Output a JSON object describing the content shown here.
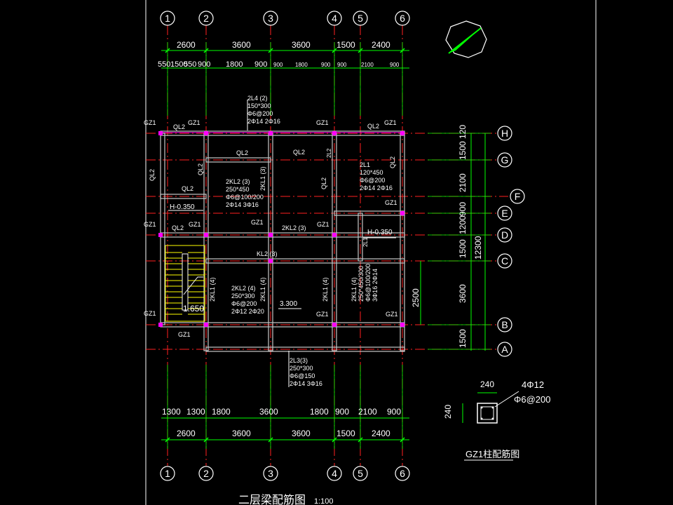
{
  "colors": {
    "background": "#000000",
    "axis_line": "#ff2020",
    "dimension": "#00ff00",
    "wall": "#c8c8c8",
    "column": "#ff00ff",
    "text": "#ffffff",
    "stair": "#ffff00",
    "frame": "#ffffff"
  },
  "axes": {
    "vertical": [
      "1",
      "2",
      "3",
      "4",
      "5",
      "6"
    ],
    "horizontal": [
      "H",
      "G",
      "F",
      "E",
      "D",
      "C",
      "B",
      "A"
    ]
  },
  "dims": {
    "top_main": [
      "2600",
      "3600",
      "3600",
      "1500",
      "2400"
    ],
    "top_sub": [
      "550",
      "1500",
      "550",
      "900",
      "1800",
      "900",
      "900",
      "1800",
      "900",
      "900",
      "2100",
      "900"
    ],
    "bottom_sub": [
      "1300",
      "1300",
      "1800",
      "3600",
      "1800",
      "900",
      "2100",
      "900"
    ],
    "bottom_main": [
      "2600",
      "3600",
      "3600",
      "1500",
      "2400"
    ],
    "right": [
      "120",
      "1500",
      "2100",
      "900",
      "1200",
      "1500",
      "3600",
      "1500"
    ],
    "right_total": "12300",
    "inner_2500": "2500"
  },
  "labels": {
    "gz1": "GZ1",
    "ql2": "QL2",
    "beam_2l4": [
      "2L4 (2)",
      "150*300",
      "Φ6@200",
      "2Φ14 2Φ16"
    ],
    "beam_2kl2_3": [
      "2KL2 (3)",
      "250*450",
      "Φ6@100/200",
      "2Φ14 3Φ16"
    ],
    "beam_2l1": [
      "2L1",
      "120*450",
      "Φ6@200",
      "2Φ14 2Φ16"
    ],
    "beam_2kl2_4": [
      "2KL2 (4)",
      "250*300",
      "Φ6@200",
      "2Φ12 2Φ20"
    ],
    "beam_2l3": [
      "2L3(3)",
      "250*300",
      "Φ6@150",
      "2Φ14 3Φ16"
    ],
    "beam_2kl1_4_right": [
      "2KL1 (4)",
      "250*450/300",
      "Φ6@100/200",
      "3Φ16 2Φ14"
    ],
    "kl1_3": "2KL1 (3)",
    "kl2_3": "2KL2 (3)",
    "kl1_a": "2KL1 (4)",
    "l1": "2L1",
    "l2": "2L2",
    "h_left": "H-0.350",
    "h_right": "H-0.350",
    "lvl_3300": "3.300",
    "lvl_1650": "1.650"
  },
  "gz_detail": {
    "width": "240",
    "height": "240",
    "rebar": "4Φ12",
    "stirrup": "Φ6@200",
    "caption": "GZ1柱配筋图"
  },
  "title": "二层梁配筋图",
  "scale": "1:100"
}
